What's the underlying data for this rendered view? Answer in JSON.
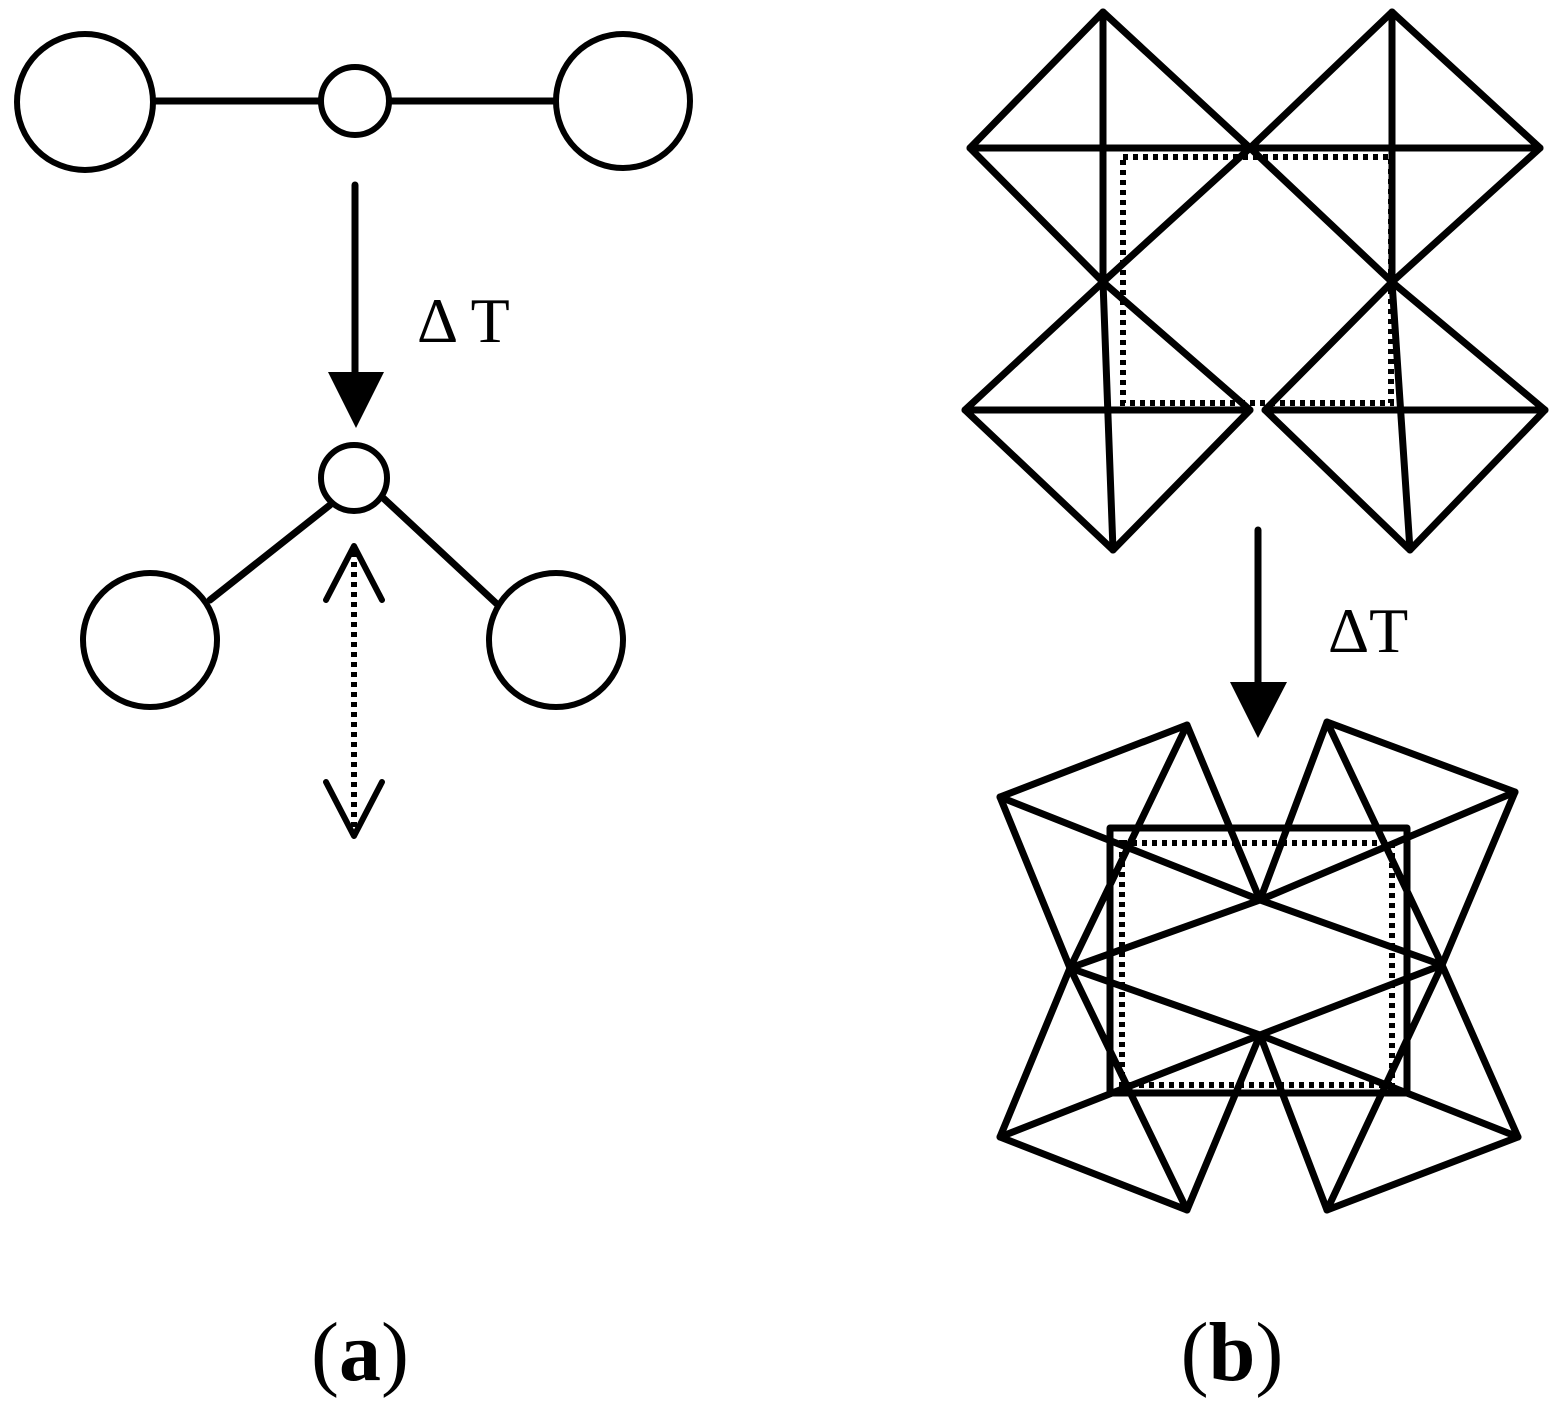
{
  "panel_a": {
    "delta_label": "Δ T",
    "caption_open": "(",
    "caption_letter": "a",
    "caption_close": ")"
  },
  "panel_b": {
    "delta_label": "ΔT",
    "caption_open": "(",
    "caption_letter": "b",
    "caption_close": ")"
  }
}
